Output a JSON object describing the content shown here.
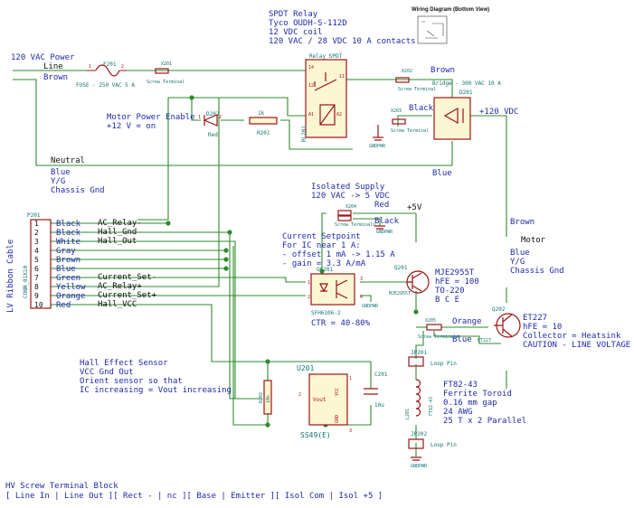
{
  "relay_note": {
    "lines": [
      "SPDT Relay",
      "Tyco OUDH-S-112D",
      "12 VDC coil",
      "120 VAC / 28 VDC 10 A contacts"
    ]
  },
  "inset": {
    "title": "Wiring Diagram (Bottom View)"
  },
  "ac_in": {
    "title": "120 VAC Power",
    "line": "Line",
    "brown": "Brown",
    "neutral": "Neutral",
    "blue": "Blue",
    "yg": "Y/G",
    "gnd": "Chassis Gnd"
  },
  "fuse": {
    "ref": "F201",
    "desc": "FUSE - 250 VAC 5 A",
    "p1": "1",
    "p2": "2"
  },
  "x201": {
    "ref": "X201",
    "desc": "Screw Terminal"
  },
  "relay": {
    "title": "Relay SPDT",
    "ref": "RL201",
    "pins": {
      "p14": "14",
      "p12": "12",
      "p11": "11",
      "pA1": "A1",
      "pA2": "A2"
    }
  },
  "x202": {
    "ref": "X202",
    "desc": "Screw Terminal",
    "wire": "Brown"
  },
  "bridge": {
    "ref": "D201",
    "desc": "Bridge - 300 VAC 10 A",
    "out": "+120 VDC"
  },
  "x203": {
    "ref": "X203",
    "desc": "Screw Terminal",
    "wire": "Black",
    "gnd": "GNDPWR"
  },
  "motor_enable": {
    "title": "Motor Power Enable",
    "sub": "+12 V = on"
  },
  "d202": {
    "ref": "D202",
    "color": "Red",
    "p1": "1",
    "p2": "2"
  },
  "r201": {
    "value": "1k",
    "ref": "R201"
  },
  "blue_right": "Blue",
  "p201": {
    "ref": "P201",
    "part": "CONN_01X10",
    "side_label": "LV Ribbon Cable",
    "pins": [
      {
        "num": "1",
        "color": "Black",
        "net": "AC_Relay-"
      },
      {
        "num": "2",
        "color": "Black",
        "net": "Hall_Gnd"
      },
      {
        "num": "3",
        "color": "White",
        "net": "Hall_Out"
      },
      {
        "num": "4",
        "color": "Gray",
        "net": ""
      },
      {
        "num": "5",
        "color": "Brown",
        "net": ""
      },
      {
        "num": "6",
        "color": "Blue",
        "net": ""
      },
      {
        "num": "7",
        "color": "Green",
        "net": "Current_Set-"
      },
      {
        "num": "8",
        "color": "Yellow",
        "net": "AC_Relay+"
      },
      {
        "num": "9",
        "color": "Orange",
        "net": "Current_Set+"
      },
      {
        "num": "10",
        "color": "Red",
        "net": "Hall_VCC"
      }
    ]
  },
  "iso": {
    "lines": [
      "Isolated Supply",
      "120 VAC -> 5 VDC"
    ],
    "red": "Red",
    "plus5": "+5V",
    "black": "Black",
    "gnd": "GNDPWR"
  },
  "x204": {
    "ref": "X204",
    "desc": "Screw Terminals"
  },
  "setpoint": {
    "lines": [
      "Current Setpoint",
      "For IC  near 1 A:",
      " - offset 1 mA -> 1.15 A",
      " - gain = 3.3 A/mA"
    ]
  },
  "oc201": {
    "ref": "OC201",
    "part": "SFH6106-2",
    "ctr": "CTR = 40-80%",
    "pin_gnd": "GNDPWR",
    "p1": "1",
    "p2": "2",
    "p3": "3",
    "p4": "4"
  },
  "q201": {
    "ref": "Q201",
    "part": "MJE2955T",
    "tag": "MJE2955T",
    "lines": [
      "MJE2955T",
      "hFE = 100",
      "TO-220",
      "B C E"
    ]
  },
  "motor": {
    "brown": "Brown",
    "label": "Motor",
    "blue": "Blue",
    "yg": "Y/G",
    "gnd": "Chassis Gnd"
  },
  "x205": {
    "ref": "X205",
    "desc": "Screw Terminals",
    "orange": "Orange",
    "blue": "Blue"
  },
  "q202": {
    "ref": "Q202",
    "tag": "ET227",
    "lines": [
      "ET227",
      "hFE = 10",
      "Collector = Heatsink",
      "CAUTION - LINE VOLTAGE"
    ]
  },
  "jp201": {
    "ref": "JP201",
    "desc": "Loop Pin"
  },
  "l201": {
    "ref": "L201",
    "part": "FT82-43",
    "lines": [
      "FT82-43",
      "Ferrite Toroid",
      "0.16 mm gap",
      "24 AWG",
      "25 T x 2 Parallel"
    ]
  },
  "jp202": {
    "ref": "JP202",
    "desc": "Loop Pin",
    "gnd": "GNDPWR"
  },
  "hall": {
    "lines": [
      "Hall Effect Sensor",
      "VCC Gnd Out",
      "Orient sensor so that",
      "  IC increasing = Vout increasing"
    ]
  },
  "u201": {
    "ref": "U201",
    "part": "SS49(E)",
    "vcc": "VCC",
    "gnd": "GND",
    "vout": "Vout",
    "p1": "1",
    "p2": "2",
    "p3": "3"
  },
  "r202": {
    "ref": "R202",
    "value": "10k"
  },
  "c201": {
    "ref": "C201",
    "value": "10u"
  },
  "footer": {
    "title": "HV Screw Terminal Block",
    "row": "[ Line In | Line Out ][ Rect - | nc ][ Base | Emitter ][ Isol Com | Isol +5 ]"
  }
}
